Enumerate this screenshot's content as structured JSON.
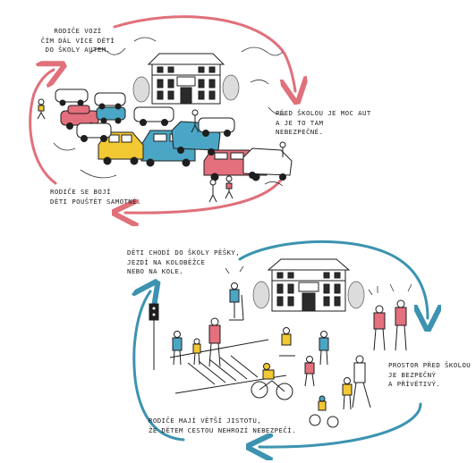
{
  "loops": {
    "top": {
      "caption_top_left": "Rodiče vozí\nčím dál více dětí\ndo školy autem.",
      "caption_right": "Před školou je moc aut\na je to tam nebezpečné.",
      "caption_bottom": "Rodiče se bojí\nděti pouštět samotné.",
      "arrow_color": "#e0707a"
    },
    "bottom": {
      "caption_top_left": "Děti chodí do školy pěšky,\njezdí na koloběžce\nnebo na kole.",
      "caption_right": "Prostor před školou\nje bezpečný\na přívětivý.",
      "caption_bottom": "Rodiče mají větší jistotu,\nže dětem cestou nehrozí nebezpečí.",
      "arrow_color": "#3c93b0"
    }
  },
  "palette": {
    "car_pink": "#e46f7d",
    "car_blue": "#4aa6c4",
    "car_yellow": "#f2c833",
    "ink": "#1e1e1e"
  }
}
